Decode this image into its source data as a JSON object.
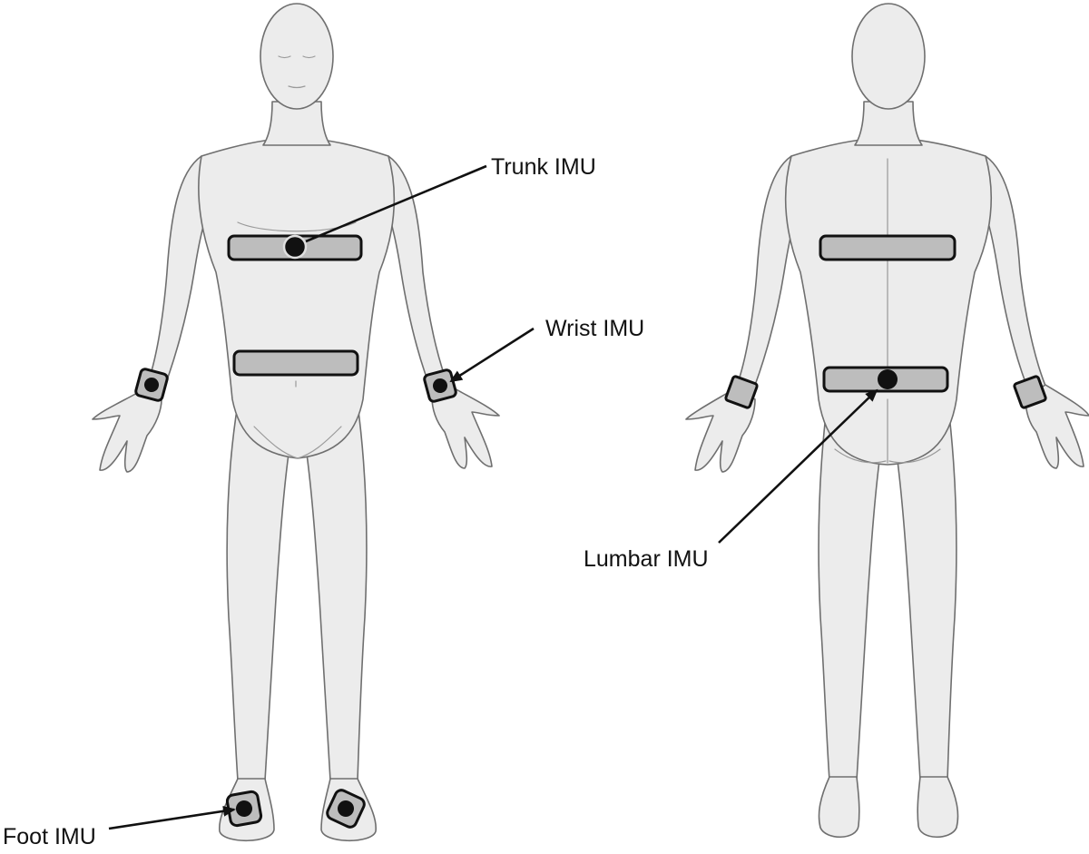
{
  "labels": {
    "trunk": "Trunk IMU",
    "wrist": "Wrist IMU",
    "lumbar": "Lumbar IMU",
    "foot": "Foot IMU"
  },
  "colors": {
    "skin_fill": "#ececec",
    "skin_outline": "#6f6f6f",
    "strap_fill": "#bdbdbd",
    "strap_outline": "#111111",
    "sensor": "#111111",
    "text": "#111111"
  },
  "figures": [
    "front-view",
    "back-view"
  ]
}
